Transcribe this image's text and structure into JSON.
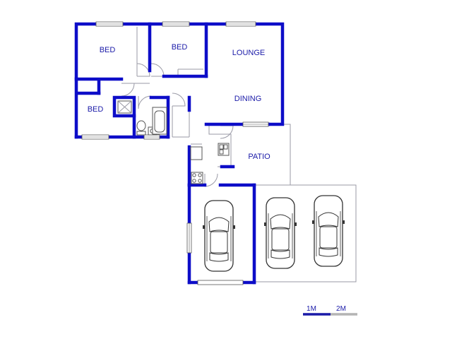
{
  "rooms": {
    "bed1": "BED",
    "bed2": "BED",
    "bed3": "BED",
    "lounge": "LOUNGE",
    "dining": "DINING",
    "patio": "PATIO"
  },
  "scale": {
    "label_1": "1M",
    "label_2": "2M"
  },
  "colors": {
    "wall": "#0d0dc8",
    "scale_dark": "#1a1aa8",
    "scale_light": "#b4b4b4"
  }
}
